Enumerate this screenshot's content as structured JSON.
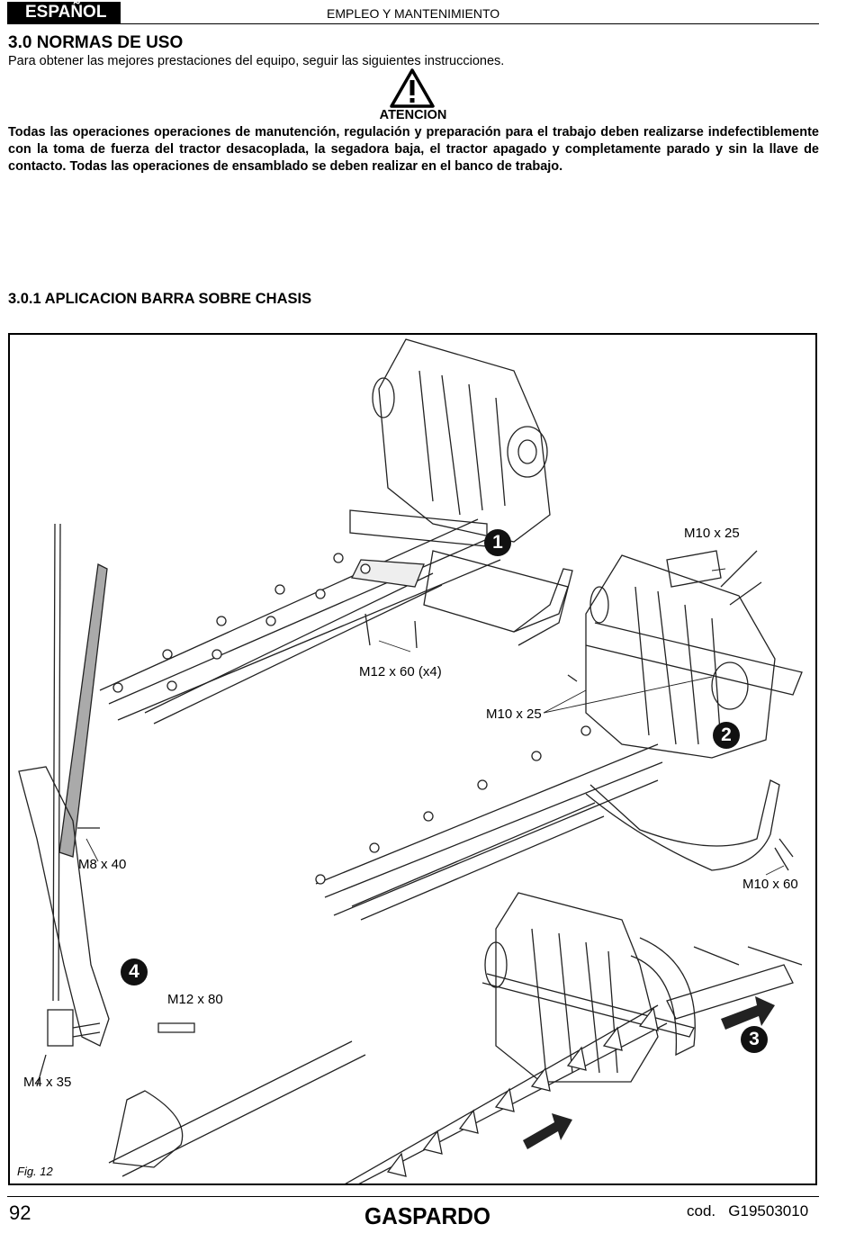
{
  "header": {
    "language": "ESPAÑOL",
    "section": "EMPLEO Y MANTENIMIENTO"
  },
  "section": {
    "title": "3.0 NORMAS DE USO",
    "intro": "Para obtener las mejores prestaciones del equipo, seguir las siguientes instrucciones."
  },
  "warning": {
    "icon": "warning-triangle-icon",
    "label": "ATENCION",
    "text": "Todas las operaciones operaciones de manutención, regulación y preparación para el trabajo deben realizarse indefectiblemente con la toma de fuerza del tractor desacoplada, la segadora baja, el tractor apagado y completamente parado y sin la llave de contacto. Todas las operaciones de ensamblado se deben realizar en el banco de trabajo."
  },
  "subsection": {
    "title": "3.0.1 APLICACION BARRA SOBRE CHASIS"
  },
  "figure": {
    "caption": "Fig. 12",
    "labels": {
      "m10x25_top": "M10 x 25",
      "m12x60": "M12 x 60 (x4)",
      "m10x25_mid": "M10 x 25",
      "m10x60": "M10 x 60",
      "m8x40": "M8 x 40",
      "m12x80": "M12 x 80",
      "m4x35": "M4 x 35"
    },
    "steps": [
      "1",
      "2",
      "3",
      "4"
    ]
  },
  "footer": {
    "page": "92",
    "brand": "GASPARDO",
    "code": "cod.   G19503010"
  }
}
